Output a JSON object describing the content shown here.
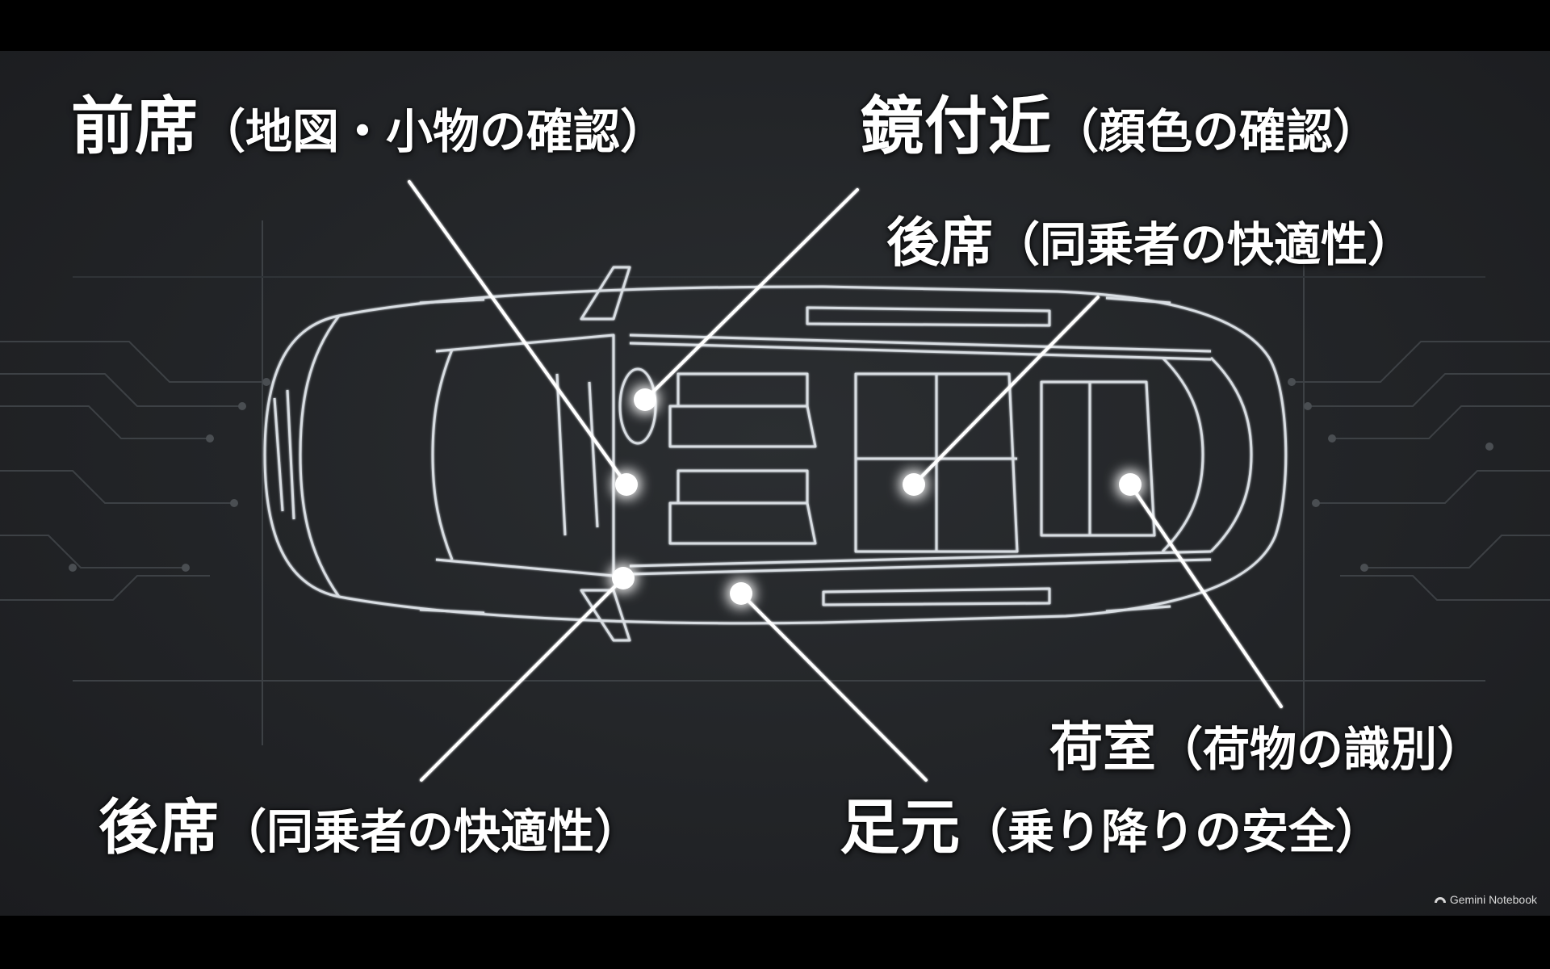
{
  "labels": {
    "front_seat": {
      "main": "前席",
      "sub": "（地図・小物の確認）"
    },
    "mirror": {
      "main": "鏡付近",
      "sub": "（顔色の確認）"
    },
    "rear_seat_right": {
      "main": "後席",
      "sub": "（同乗者の快適性）"
    },
    "luggage": {
      "main": "荷室",
      "sub": "（荷物の識別）"
    },
    "rear_seat_left": {
      "main": "後席",
      "sub": "（同乗者の快適性）"
    },
    "footwell": {
      "main": "足元",
      "sub": "（乗り降りの安全）"
    }
  },
  "watermark": {
    "text": "Gemini Notebook",
    "icon": "gemini-notebook-icon"
  },
  "colors": {
    "background": "#222427",
    "letterbox": "#000000",
    "line_art": "#d8dde2",
    "glow": "#ffffff",
    "text": "#ffffff"
  }
}
